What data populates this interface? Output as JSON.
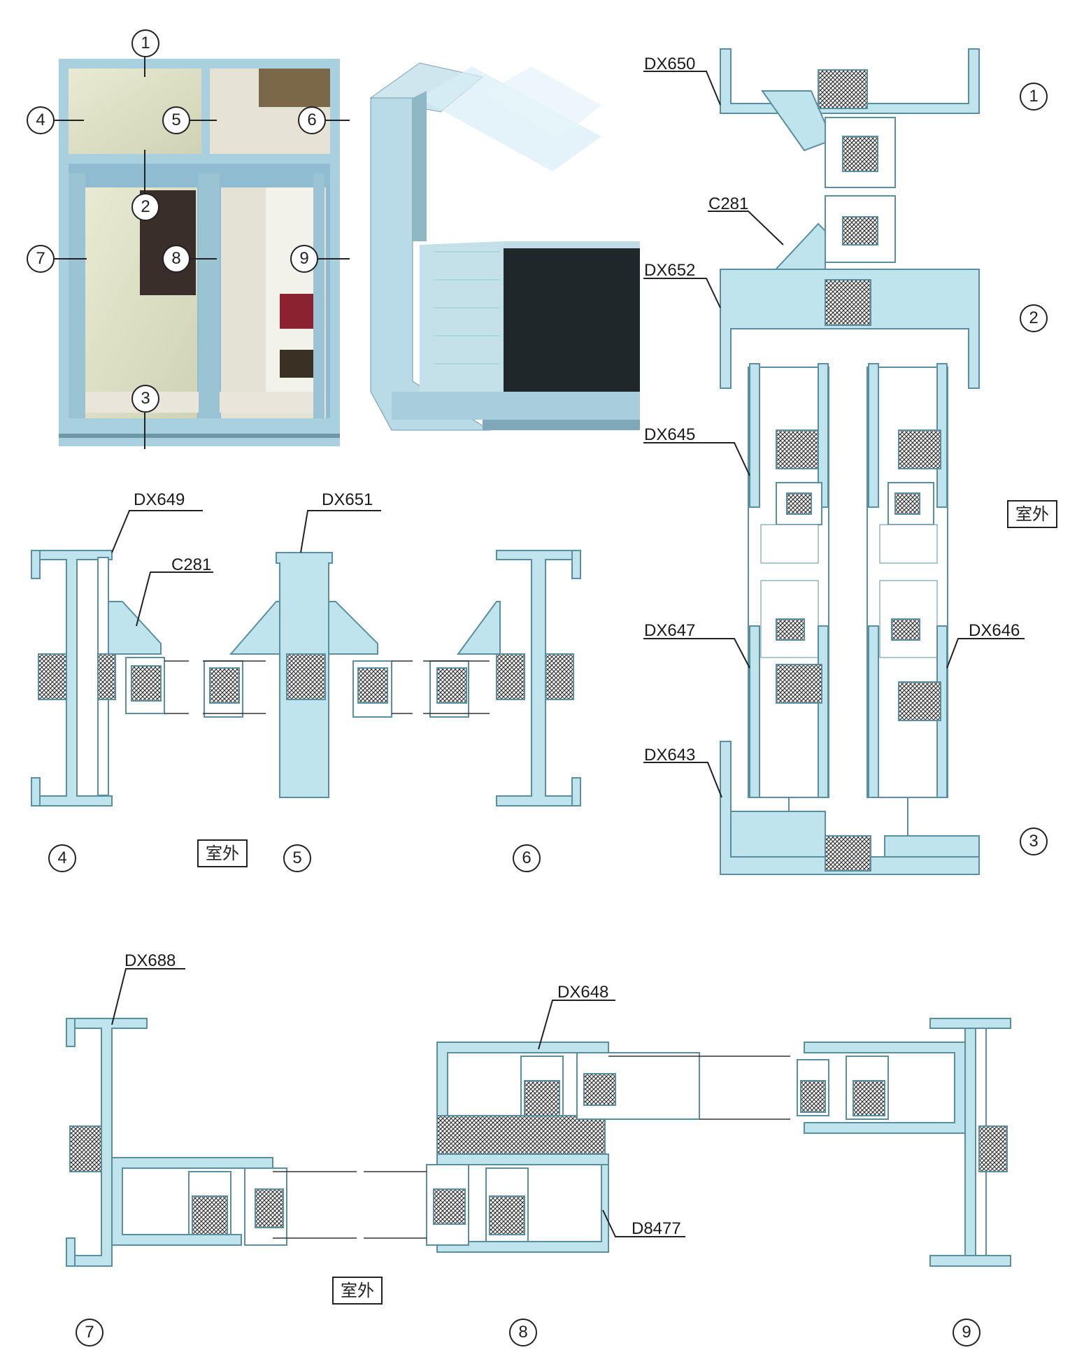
{
  "photo_callouts": [
    "1",
    "2",
    "3",
    "4",
    "5",
    "6",
    "7",
    "8",
    "9"
  ],
  "profile_labels": {
    "dx650": "DX650",
    "c281_right": "C281",
    "dx652": "DX652",
    "dx645": "DX645",
    "dx647": "DX647",
    "dx646": "DX646",
    "dx643": "DX643",
    "dx649": "DX649",
    "dx651": "DX651",
    "c281_left": "C281",
    "dx688": "DX688",
    "dx648": "DX648",
    "d8477": "D8477"
  },
  "section_numbers": {
    "right_1": "1",
    "right_2": "2",
    "right_3": "3",
    "mid_4": "4",
    "mid_5": "5",
    "mid_6": "6",
    "bot_7": "7",
    "bot_8": "8",
    "bot_9": "9"
  },
  "exterior_marks": {
    "right": "室外",
    "middle": "室外",
    "bottom": "室外"
  },
  "colors": {
    "profile": "#bfe4ee",
    "profile_stroke": "#5a8fa0",
    "frame_photo": "#9cc6d6",
    "dark_section": "#1e2428"
  }
}
